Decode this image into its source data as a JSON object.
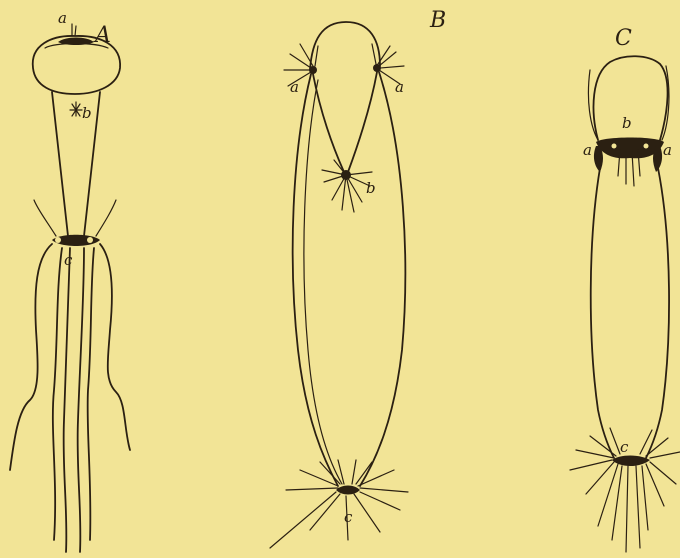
{
  "figure": {
    "panels": [
      {
        "panel_label": "A",
        "points": {
          "a": "a",
          "b": "b",
          "c": "c"
        }
      },
      {
        "panel_label": "B",
        "points": {
          "a_left": "a",
          "a_right": "a",
          "b": "b",
          "c": "c"
        }
      },
      {
        "panel_label": "C",
        "points": {
          "a_left": "a",
          "b": "b",
          "a_right": "a",
          "c": "c"
        }
      }
    ],
    "colors": {
      "paper": "#f2e496",
      "ink": "#2b2012"
    }
  }
}
